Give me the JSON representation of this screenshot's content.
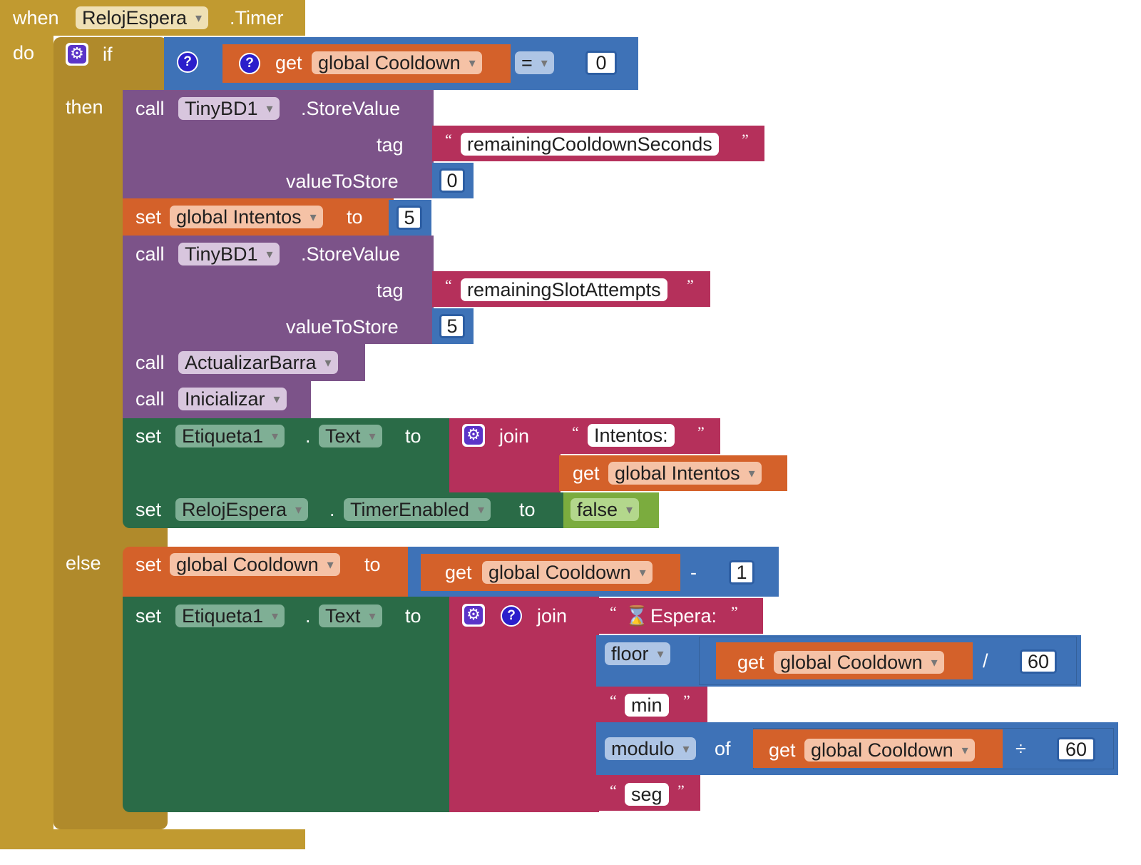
{
  "event": {
    "when": "when",
    "component": "RelojEspera",
    "event_name": ".Timer",
    "do": "do"
  },
  "if_block": {
    "if": "if",
    "then": "then",
    "else": "else"
  },
  "colors": {
    "event": "#c19a30",
    "control": "#b08a2b",
    "math": "#3e72b7",
    "variable": "#d4612a",
    "procedure": "#7c5389",
    "text": "#b5305b",
    "component_setter": "#2a6b47",
    "logic": "#7bac3e",
    "component_dropdown": "#7faf95",
    "white": "#ffffff"
  },
  "icons": {
    "gear": "gear-icon",
    "help": "question-icon",
    "hourglass": "hourglass-icon",
    "dropdown": "chevron-down-icon"
  },
  "words": {
    "get": "get",
    "set": "set",
    "call": "call",
    "to": "to",
    "of": "of",
    "join": "join",
    "tag": "tag",
    "valueToStore": "valueToStore",
    "dot": ".",
    "open_quote": "“",
    "close_quote": "”"
  },
  "condition": {
    "var": "global Cooldown",
    "op": "=",
    "value": "0"
  },
  "then_blocks": {
    "store1": {
      "component": "TinyBD1",
      "method": ".StoreValue",
      "tag": "remainingCooldownSeconds",
      "value": "0"
    },
    "set_intentos": {
      "var": "global Intentos",
      "value": "5"
    },
    "store2": {
      "component": "TinyBD1",
      "method": ".StoreValue",
      "tag": "remainingSlotAttempts",
      "value": "5"
    },
    "call_actualizar": {
      "procedure": "ActualizarBarra"
    },
    "call_inicializar": {
      "procedure": "Inicializar"
    },
    "set_label": {
      "component": "Etiqueta1",
      "property": "Text",
      "str1": "Intentos:",
      "var": "global Intentos"
    },
    "set_timer": {
      "component": "RelojEspera",
      "property": "TimerEnabled",
      "value": "false"
    }
  },
  "else_blocks": {
    "set_cooldown": {
      "var": "global Cooldown",
      "op": "-",
      "value": "1",
      "get_var": "global Cooldown"
    },
    "set_label": {
      "component": "Etiqueta1",
      "property": "Text",
      "str1": "Espera:",
      "floor": "floor",
      "floor_var": "global Cooldown",
      "div_op": "/",
      "div_value": "60",
      "str2": "min",
      "modulo": "modulo",
      "mod_var": "global Cooldown",
      "mod_op": "÷",
      "mod_value": "60",
      "str3": "seg"
    }
  }
}
